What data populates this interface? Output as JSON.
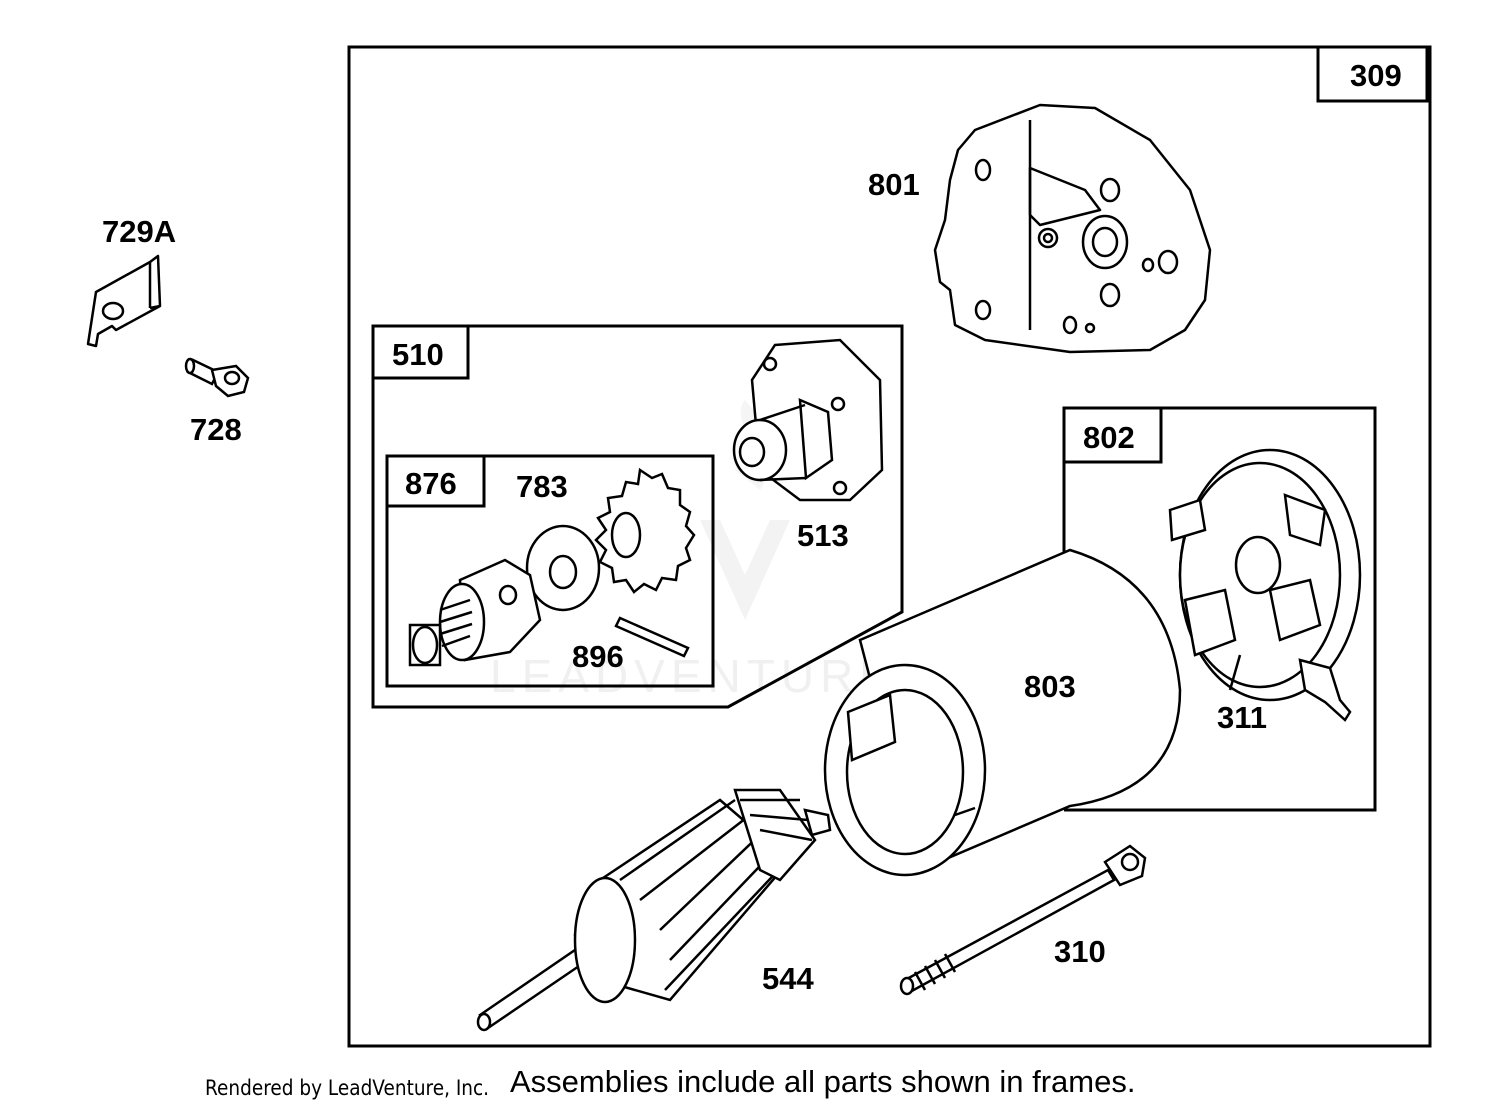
{
  "watermark": "LEADVENTURE",
  "frames": {
    "outer": "309",
    "pinion_drive": "510",
    "pinion_sub": "876",
    "end_cap": "802"
  },
  "parts": {
    "bracket": "729A",
    "screw": "728",
    "mounting_plate": "801",
    "drive_housing": "513",
    "gear": "783",
    "pin": "896",
    "frame_housing": "803",
    "brush_assembly": "311",
    "armature": "544",
    "through_bolt": "310"
  },
  "footer": {
    "credit": "Rendered by LeadVenture, Inc.",
    "note": "Assemblies include all parts shown in frames."
  }
}
